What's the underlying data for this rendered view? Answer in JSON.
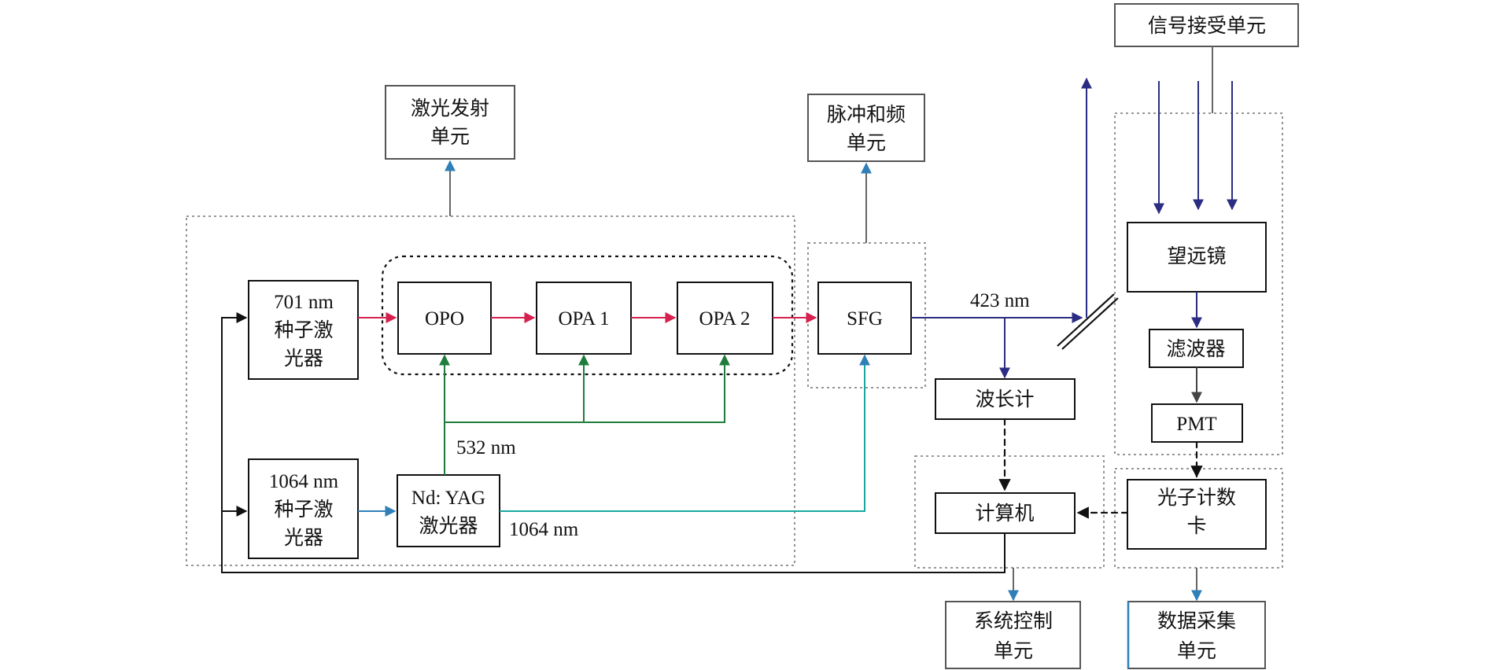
{
  "colors": {
    "black": "#111111",
    "gray": "#666666",
    "blue": "#2f7fb8",
    "red": "#d6204e",
    "green": "#1e7d3c",
    "teal": "#18a7a0",
    "navy": "#2b2d82"
  },
  "units": {
    "laser_emission": [
      "激光发射",
      "单元"
    ],
    "pulse_sfg": [
      "脉冲和频",
      "单元"
    ],
    "signal_receive": [
      "信号接受单元"
    ],
    "system_control": [
      "系统控制",
      "单元"
    ],
    "data_acquisition": [
      "数据采集",
      "单元"
    ]
  },
  "blocks": {
    "seed_701": [
      "701 nm",
      "种子激",
      "光器"
    ],
    "seed_1064": [
      "1064 nm",
      "种子激",
      "光器"
    ],
    "opo": [
      "OPO"
    ],
    "opa1": [
      "OPA 1"
    ],
    "opa2": [
      "OPA 2"
    ],
    "ndyag": [
      "Nd: YAG",
      "激光器"
    ],
    "sfg": [
      "SFG"
    ],
    "wavemeter": [
      "波长计"
    ],
    "computer": [
      "计算机"
    ],
    "telescope": [
      "望远镜"
    ],
    "filter": [
      "滤波器"
    ],
    "pmt": [
      "PMT"
    ],
    "photon_counter": [
      "光子计数",
      "卡"
    ]
  },
  "wavelengths": {
    "w532": "532 nm",
    "w1064": "1064 nm",
    "w423": "423 nm"
  }
}
